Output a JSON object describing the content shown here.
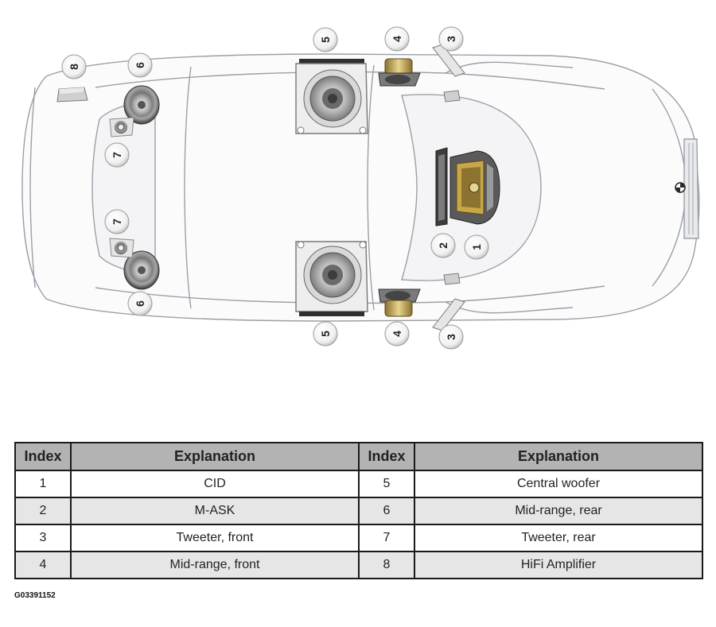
{
  "callouts": [
    {
      "id": "c1",
      "label": "1"
    },
    {
      "id": "c2",
      "label": "2"
    },
    {
      "id": "c3a",
      "label": "3"
    },
    {
      "id": "c3b",
      "label": "3"
    },
    {
      "id": "c4a",
      "label": "4"
    },
    {
      "id": "c4b",
      "label": "4"
    },
    {
      "id": "c5a",
      "label": "5"
    },
    {
      "id": "c5b",
      "label": "5"
    },
    {
      "id": "c6a",
      "label": "6"
    },
    {
      "id": "c6b",
      "label": "6"
    },
    {
      "id": "c7a",
      "label": "7"
    },
    {
      "id": "c7b",
      "label": "7"
    },
    {
      "id": "c8",
      "label": "8"
    }
  ],
  "table": {
    "headers": [
      "Index",
      "Explanation",
      "Index",
      "Explanation"
    ],
    "rows": [
      {
        "i1": "1",
        "e1": "CID",
        "i2": "5",
        "e2": "Central woofer"
      },
      {
        "i1": "2",
        "e1": "M-ASK",
        "i2": "6",
        "e2": "Mid-range, rear"
      },
      {
        "i1": "3",
        "e1": "Tweeter, front",
        "i2": "7",
        "e2": "Tweeter, rear"
      },
      {
        "i1": "4",
        "e1": "Mid-range, front",
        "i2": "8",
        "e2": "HiFi Amplifier"
      }
    ]
  },
  "figure_code": "G03391152"
}
